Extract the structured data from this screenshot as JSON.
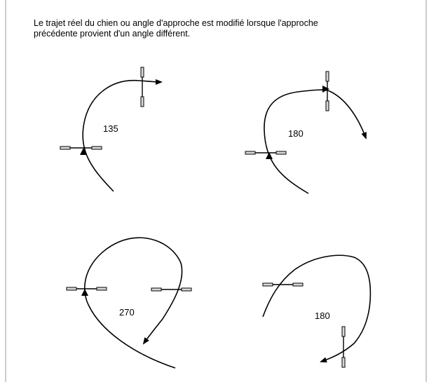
{
  "caption": {
    "line1": "Le trajet réel du chien ou angle d'approche est modifié lorsque l'approche",
    "line2": "précédente provient d'un angle différent."
  },
  "diagrams": [
    {
      "angle_label": "135"
    },
    {
      "angle_label": "180"
    },
    {
      "angle_label": "270"
    },
    {
      "angle_label": "180"
    }
  ],
  "colors": {
    "stroke": "#000000",
    "obstacle_fill": "#d8d8d8",
    "frame": "#999999"
  }
}
